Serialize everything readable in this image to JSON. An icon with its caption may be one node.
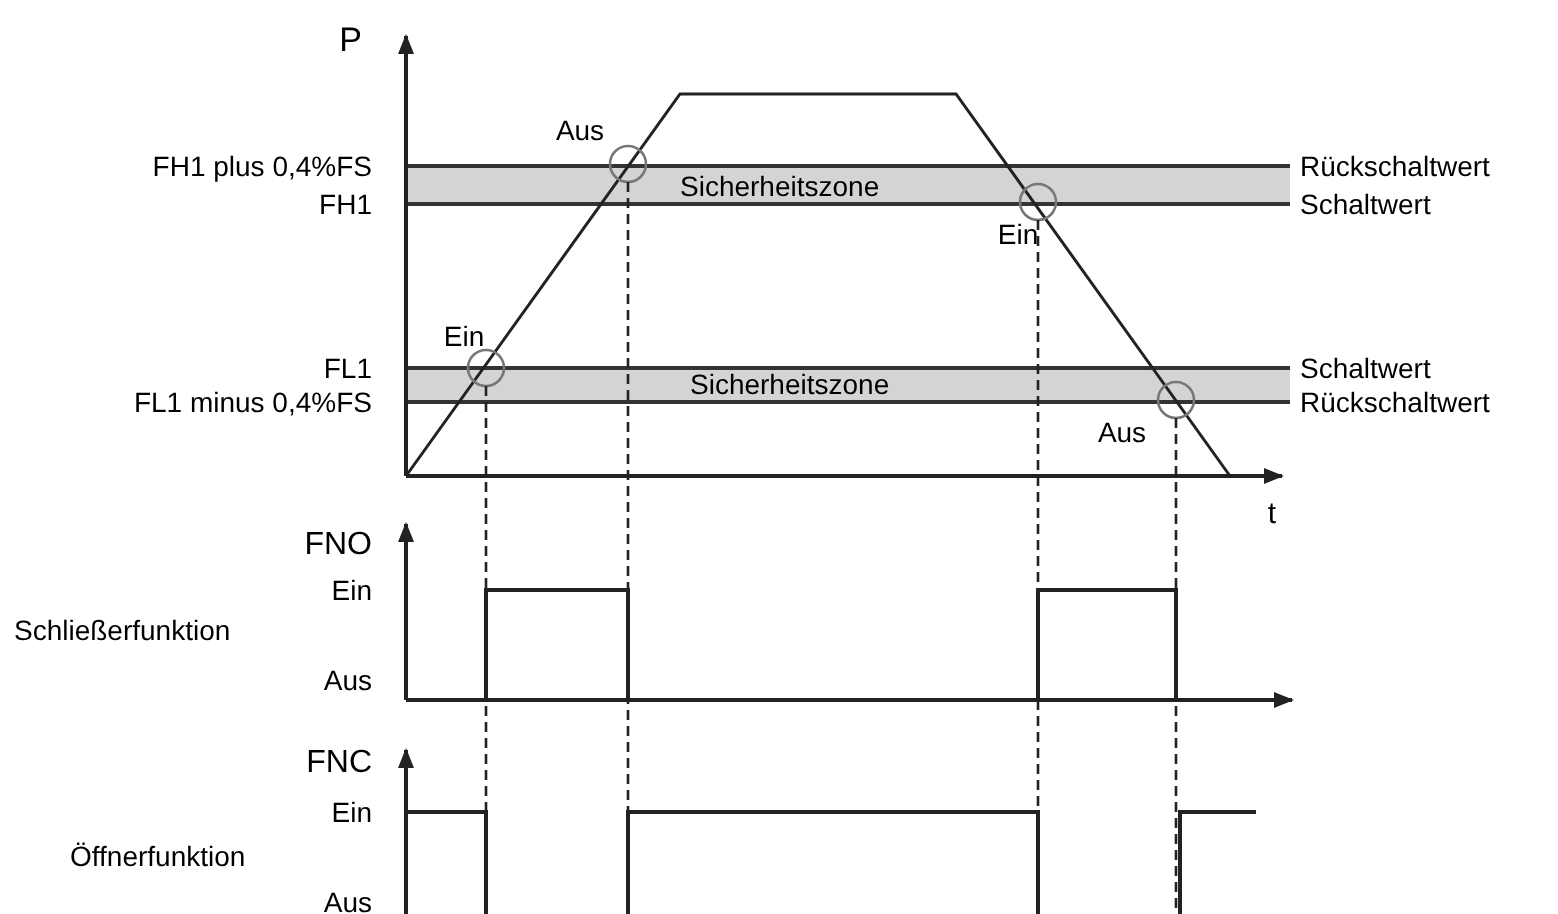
{
  "diagram": {
    "labels": [
      "P",
      "Aus",
      "FH1 plus 0,4%FS",
      "Rückschaltwert",
      "Sicherheitszone",
      "FH1",
      "Schaltwert",
      "Ein",
      "Ein",
      "FL1",
      "Sicherheitszone",
      "Schaltwert",
      "FL1 minus 0,4%FS",
      "Rückschaltwert",
      "Aus",
      "t",
      "FNO",
      "Ein",
      "Schließerfunktion",
      "Aus",
      "FNC",
      "Ein",
      "Öffnerfunktion",
      "Aus"
    ]
  }
}
